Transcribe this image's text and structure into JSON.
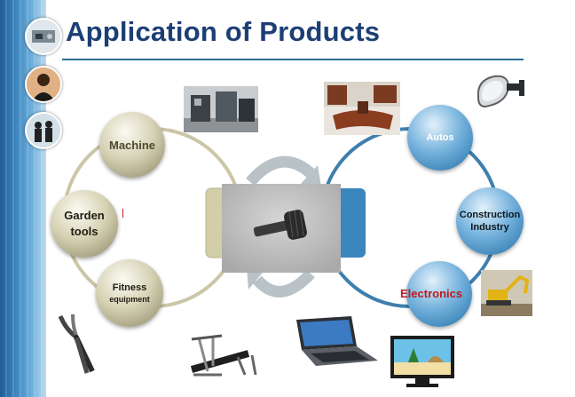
{
  "slide": {
    "title": "Application of Products"
  },
  "left_nodes": [
    {
      "id": "machine",
      "label": "Machine"
    },
    {
      "id": "garden",
      "label": "Garden tools"
    },
    {
      "id": "fitness",
      "label_top": "Fitness",
      "label_bottom": "equipment"
    }
  ],
  "right_nodes": [
    {
      "id": "autos",
      "label": "Autos"
    },
    {
      "id": "construction",
      "label": "Construction Industry"
    },
    {
      "id": "electronics",
      "label": "Electronics"
    }
  ],
  "colors": {
    "title": "#1c3f74",
    "left_ring": "#c9c4a2",
    "right_ring": "#3f7fae",
    "electronics_text": "#c0191b",
    "arrow": "#b9c2c7"
  },
  "icons": {
    "center": "thumb-screw-photo",
    "machine_photo": "machine-workshop-photo",
    "furniture_photo": "office-furniture-photo",
    "mirror": "car-side-mirror-icon",
    "excavator": "excavator-photo",
    "pliers": "pruning-shears-icon",
    "bench": "weight-bench-icon",
    "laptop": "laptop-icon",
    "tv": "tv-monitor-icon"
  }
}
